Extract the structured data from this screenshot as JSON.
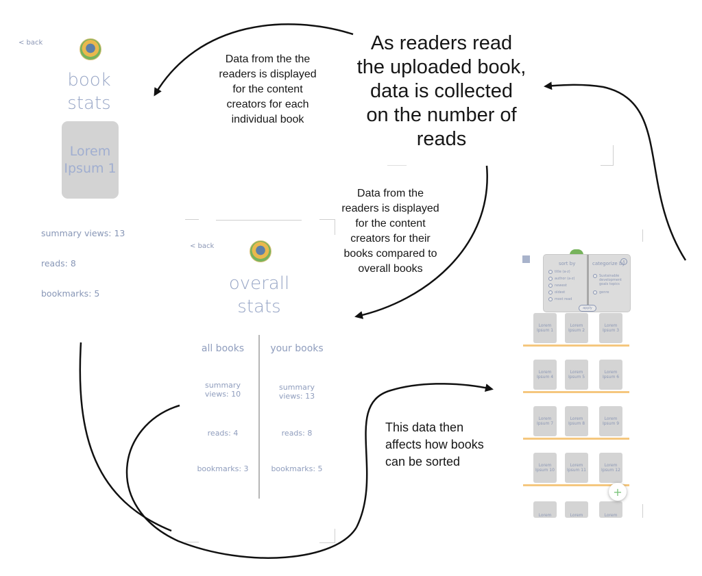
{
  "book_stats": {
    "back": "< back",
    "title_line1": "book",
    "title_line2": "stats",
    "cover_line1": "Lorem",
    "cover_line2": "Ipsum 1",
    "summary_views": "summary views: 13",
    "reads": "reads: 8",
    "bookmarks": "bookmarks: 5"
  },
  "overall_stats": {
    "back": "< back",
    "title_line1": "overall",
    "title_line2": "stats",
    "all_books": {
      "heading": "all books",
      "summary_views_line1": "summary",
      "summary_views_line2": "views: 10",
      "reads": "reads: 4",
      "bookmarks": "bookmarks: 3"
    },
    "your_books": {
      "heading": "your books",
      "summary_views_line1": "summary",
      "summary_views_line2": "views: 13",
      "reads": "reads: 8",
      "bookmarks": "bookmarks: 5"
    }
  },
  "annotations": {
    "main_line1": "As readers read",
    "main_line2": "the uploaded book,",
    "main_line3": "data is collected",
    "main_line4": "on the number of",
    "main_line5": "reads",
    "individual_line1": "Data from the the",
    "individual_line2": "readers is displayed",
    "individual_line3": "for the content",
    "individual_line4": "creators for each",
    "individual_line5": "individual book",
    "overall_line1": "Data from the",
    "overall_line2": "readers is displayed",
    "overall_line3": "for the content",
    "overall_line4": "creators for their",
    "overall_line5": "books compared to",
    "overall_line6": "overall books",
    "sort_line1": "This data then",
    "sort_line2": "affects how books",
    "sort_line3": "can be sorted"
  },
  "library": {
    "sort_by": "sort by",
    "categorize_by": "categorize by",
    "sort_options": [
      "title (a-z)",
      "author (a-z)",
      "newest",
      "oldest",
      "most read"
    ],
    "category_options": [
      "Sustainable development goals topics",
      "genre"
    ],
    "apply": "apply",
    "close": "x",
    "fab": "+",
    "books": [
      "Lorem Ipsum 1",
      "Lorem Ipsum 2",
      "Lorem Ipsum 3",
      "Lorem Ipsum 4",
      "Lorem Ipsum 5",
      "Lorem Ipsum 6",
      "Lorem Ipsum 7",
      "Lorem Ipsum 8",
      "Lorem Ipsum 9",
      "Lorem Ipsum 10",
      "Lorem Ipsum 11",
      "Lorem Ipsum 12"
    ],
    "partial_book": "Lorem"
  },
  "colors": {
    "arrow": "#111111",
    "screen_text": "#8f9dbd",
    "shelf": "#f5c77e",
    "cover": "#d3d3d3"
  }
}
